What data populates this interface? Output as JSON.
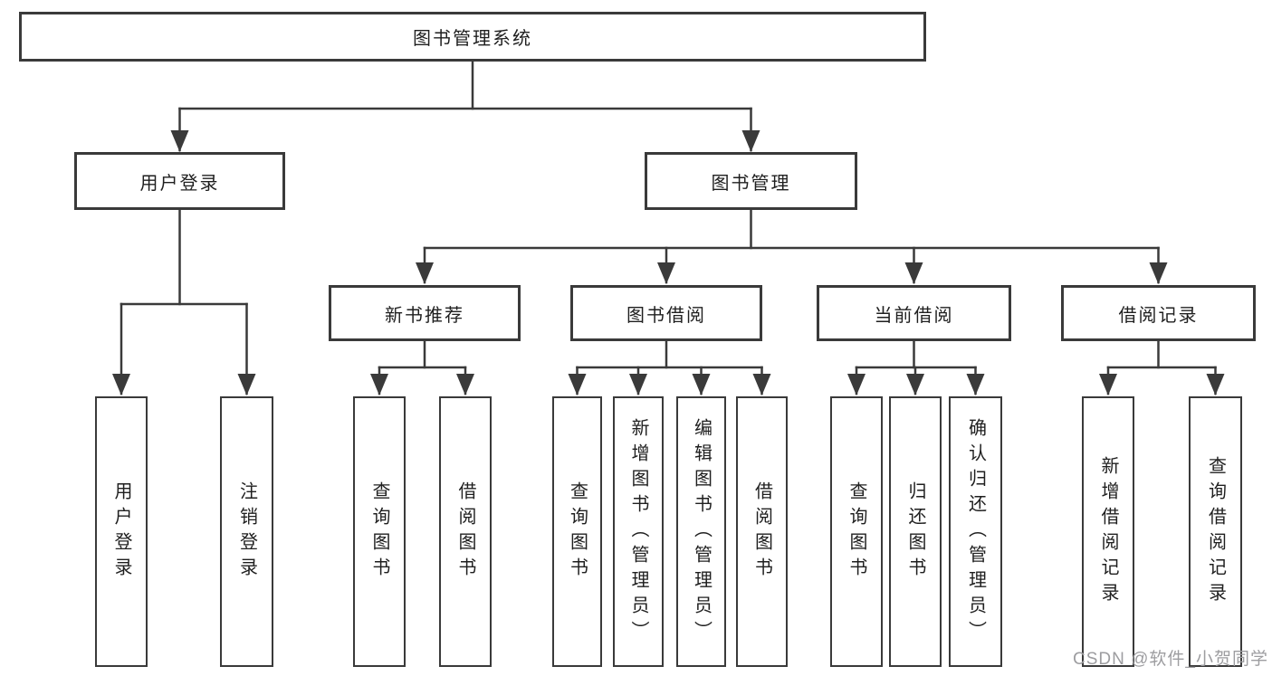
{
  "nodes": {
    "root": {
      "label": "图书管理系统"
    },
    "user_login": {
      "label": "用户登录",
      "children": [
        {
          "label": "用户登录"
        },
        {
          "label": "注销登录"
        }
      ]
    },
    "book_management": {
      "label": "图书管理",
      "children": [
        {
          "label": "新书推荐",
          "children": [
            {
              "label": "查询图书"
            },
            {
              "label": "借阅图书"
            }
          ]
        },
        {
          "label": "图书借阅",
          "children": [
            {
              "label": "查询图书"
            },
            {
              "label": "新增图书（管理员）"
            },
            {
              "label": "编辑图书（管理员）"
            },
            {
              "label": "借阅图书"
            }
          ]
        },
        {
          "label": "当前借阅",
          "children": [
            {
              "label": "查询图书"
            },
            {
              "label": "归还图书"
            },
            {
              "label": "确认归还（管理员）"
            }
          ]
        },
        {
          "label": "借阅记录",
          "children": [
            {
              "label": "新增借阅记录"
            },
            {
              "label": "查询借阅记录"
            }
          ]
        }
      ]
    }
  },
  "watermark": {
    "text": "CSDN @软件_小贺同学"
  },
  "colors": {
    "line": "#3a3a3a",
    "text": "#1f1f1f",
    "watermark": "#9d9da0",
    "background": "#ffffff"
  }
}
